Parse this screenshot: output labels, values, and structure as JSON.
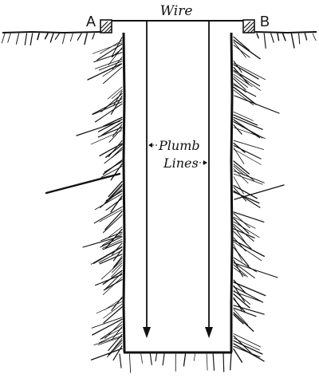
{
  "labels": {
    "wire": "Wire",
    "point_a": "A",
    "point_b": "B",
    "plumb": "Plumb",
    "lines": "Lines"
  },
  "colors": {
    "ink": "#111111",
    "background": "#ffffff"
  }
}
